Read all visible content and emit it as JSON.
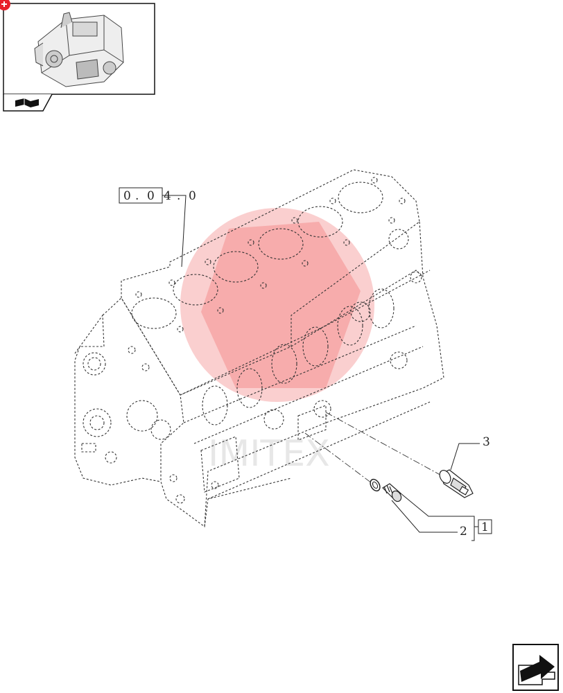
{
  "thumbnail": {
    "icon": "engine-thumbnail-icon",
    "book_icon": "open-book-icon",
    "badge_icon": "plus-badge-icon",
    "badge_color": "#e8202a"
  },
  "reference": {
    "group_code": "0.04.0",
    "group_chars": [
      "0",
      ".",
      "0",
      "4",
      ".",
      "0"
    ],
    "kit_box": "1"
  },
  "callouts": [
    {
      "id": "part-3",
      "label": "3"
    },
    {
      "id": "part-2",
      "label": "2"
    }
  ],
  "watermark": {
    "text": "IMITEX",
    "logo_icon": "brand-logo-watermark-icon",
    "color": "#e44444"
  },
  "navigation": {
    "next_icon": "next-page-arrow-icon"
  }
}
